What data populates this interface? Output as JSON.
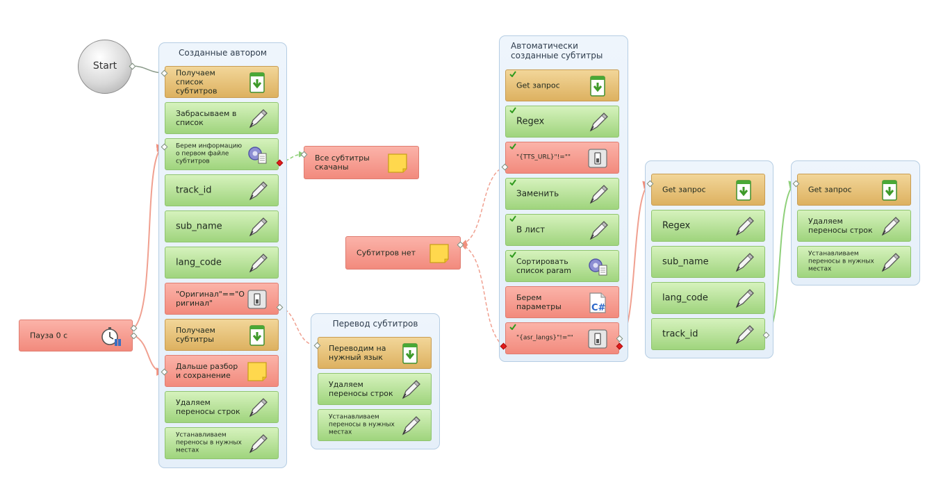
{
  "start": {
    "label": "Start"
  },
  "groups": {
    "authored": {
      "title": "Созданные автором"
    },
    "translate": {
      "title": "Перевод субтитров"
    },
    "auto": {
      "title": "Автоматически созданные субтитры"
    }
  },
  "nodes": {
    "get_list": "Получаем список субтитров",
    "throw_list": "Забрасываем в список",
    "take_info": "Берем информацию о первом файле субтитров",
    "track_id": "track_id",
    "sub_name": "sub_name",
    "lang_code": "lang_code",
    "original_check": "\"Оригинал\"==\"Оригинал\"",
    "get_subs": "Получаем субтитры",
    "further": "Дальше разбор и сохранение",
    "remove_breaks": "Удаляем переносы строк",
    "set_breaks": "Устанавливаем переносы в нужных местах",
    "pause": "Пауза 0 с",
    "all_downloaded": "Все субтитры скачаны",
    "no_subs": "Субтитров нет",
    "translate_to": "Переводим на нужный язык",
    "tr_remove_breaks": "Удаляем переносы строк",
    "tr_set_breaks": "Устанавливаем переносы в нужных местах",
    "get_request": "Get запрос",
    "regex": "Regex",
    "tts_check": "\"{TTS_URL}\"!=\"\"",
    "replace": "Заменить",
    "to_list": "В лист",
    "sort_list": "Сортировать список param",
    "take_params": "Берем параметры",
    "asr_check": "\"{asr_langs}\"!=\"\"",
    "c3_get": "Get запрос",
    "c3_regex": "Regex",
    "c3_sub_name": "sub_name",
    "c3_lang_code": "lang_code",
    "c3_track_id": "track_id",
    "c4_get": "Get запрос",
    "c4_remove": "Удаляем переносы строк",
    "c4_set": "Устанавливаем переносы в нужных местах"
  },
  "colors": {
    "success_wire": "#8fd07a",
    "fail_wire": "#f0a090",
    "neutral_wire": "#8a9a8a"
  }
}
